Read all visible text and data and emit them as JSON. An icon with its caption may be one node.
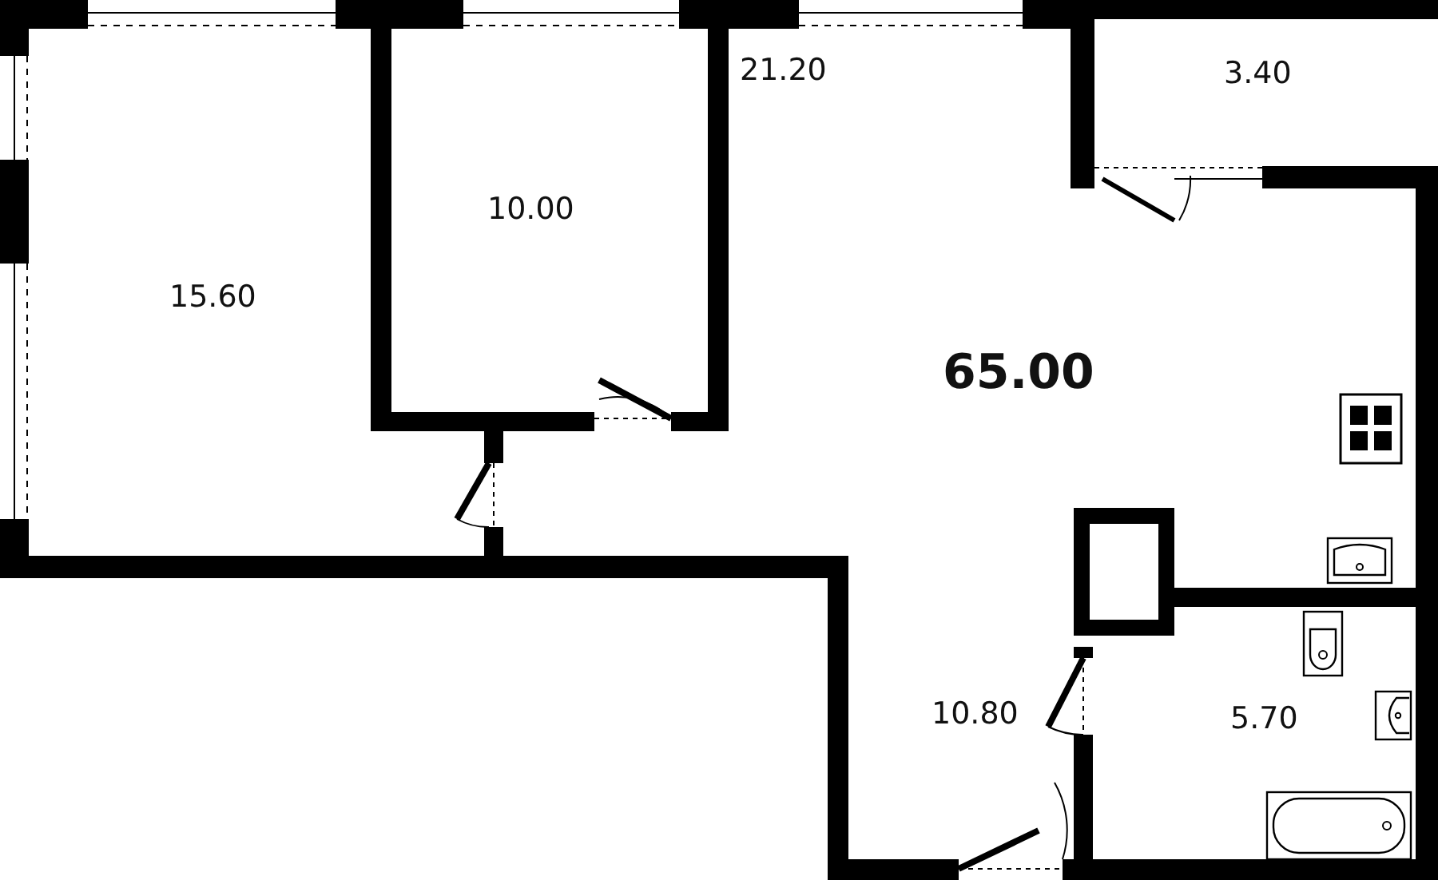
{
  "diagram": {
    "labels": [
      "21.20",
      "3.40",
      "10.00",
      "15.60",
      "65.00",
      "10.80",
      "5.70"
    ]
  }
}
